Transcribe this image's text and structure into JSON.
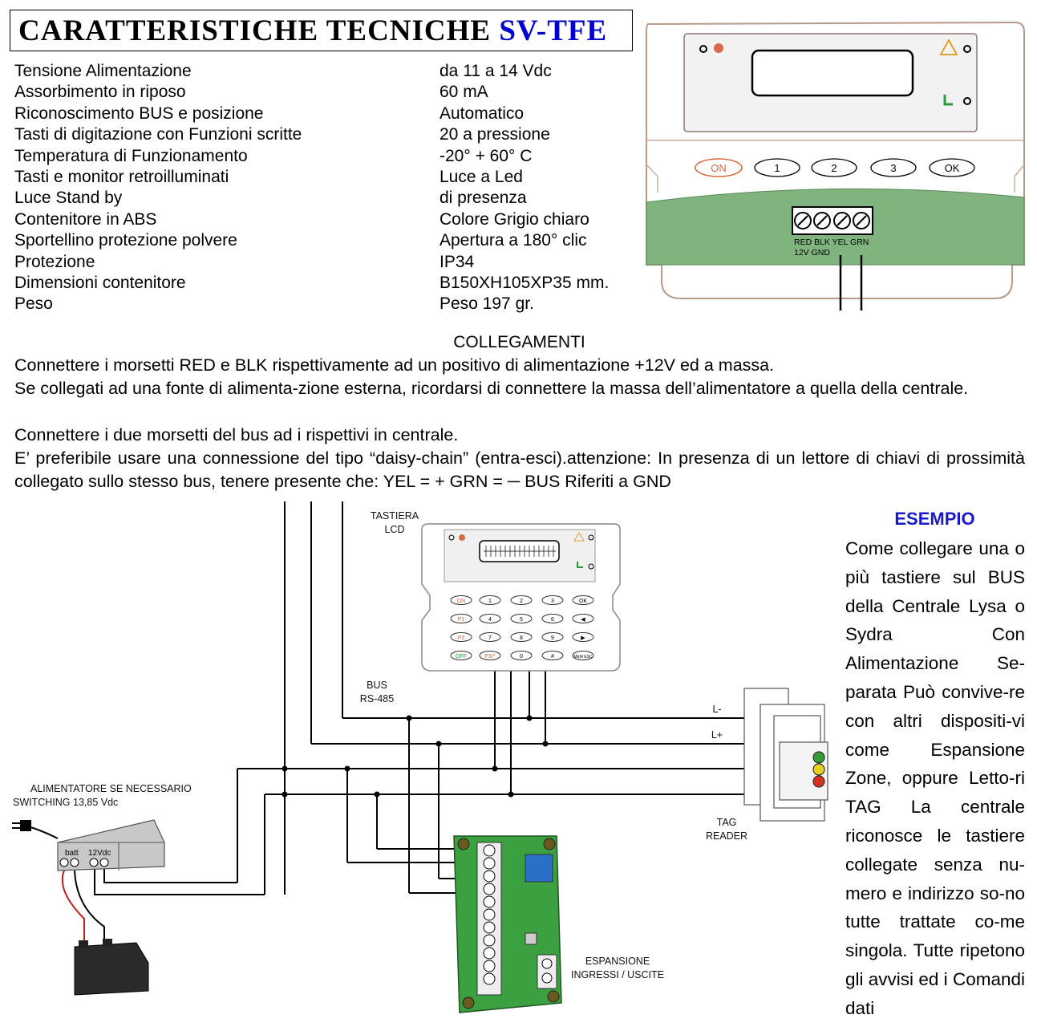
{
  "title": {
    "main": "CARATTERISTICHE TECNICHE ",
    "model": "SV-TFE"
  },
  "specs": [
    {
      "label": "Tensione Alimentazione",
      "value": "da 11 a 14 Vdc"
    },
    {
      "label": "Assorbimento in riposo",
      "value": "60 mA"
    },
    {
      "label": "Riconoscimento BUS e posizione",
      "value": "Automatico"
    },
    {
      "label": "Tasti di digitazione con Funzioni scritte",
      "value": "20 a pressione"
    },
    {
      "label": "Temperatura di Funzionamento",
      "value": "-20° + 60° C"
    },
    {
      "label": "Tasti e monitor retroilluminati",
      "value": "Luce a Led"
    },
    {
      "label": "Luce Stand by",
      "value": "di presenza"
    },
    {
      "label": "Contenitore in ABS",
      "value": "Colore Grigio chiaro"
    },
    {
      "label": "Sportellino protezione polvere",
      "value": "Apertura a 180° clic"
    },
    {
      "label": "Protezione",
      "value": "IP34"
    },
    {
      "label": "Dimensioni contenitore",
      "value": "B150XH105XP35 mm."
    },
    {
      "label": "Peso",
      "value": "Peso 197 gr."
    }
  ],
  "connections": {
    "heading": "COLLEGAMENTI",
    "p1": "Connettere i morsetti RED e BLK rispettivamente ad un positivo di alimentazione +12V ed a massa.",
    "p2": "Se collegati ad una fonte di alimenta-zione esterna, ricordarsi di connettere la massa dell’alimentatore a quella della centrale.",
    "p3": "Connettere i due morsetti del bus ad i rispettivi in centrale.",
    "p4": "E’ preferibile usare una connessione del tipo “daisy-chain” (entra-esci).attenzione: In presenza di un lettore di chiavi di prossimità collegato sullo stesso bus, tenere presente che: YEL = + GRN = ─ BUS Riferiti a GND"
  },
  "keypad_top": {
    "keys": [
      "ON",
      "1",
      "2",
      "3",
      "OK"
    ],
    "terminal_labels_top": "RED BLK  YEL  GRN",
    "terminal_labels_bottom": "12V  GND"
  },
  "diagram": {
    "keypad_label": [
      "TASTIERA",
      "LCD"
    ],
    "bus_label": [
      "BUS",
      "RS-485"
    ],
    "psu_label": [
      "ALIMENTATORE SE NECESSARIO",
      "SWITCHING 13,85 Vdc"
    ],
    "psu_terminals": [
      "batt",
      "12Vdc"
    ],
    "tag_label": [
      "TAG",
      "READER"
    ],
    "line_labels": [
      "L-",
      "L+"
    ],
    "expansion_label": [
      "ESPANSIONE",
      "INGRESSI / USCITE"
    ],
    "keypad_keys": [
      [
        "ON",
        "1",
        "2",
        "3",
        "OK"
      ],
      [
        "P1",
        "4",
        "5",
        "6",
        "◀"
      ],
      [
        "P2",
        "7",
        "8",
        "9",
        "▶"
      ],
      [
        "OFF",
        "P3/*",
        "0",
        "#",
        "MEM ESC"
      ]
    ]
  },
  "example": {
    "title": "ESEMPIO",
    "body": "Come collegare una o più tastiere sul BUS della Centrale Lysa o Sydra Con Alimentazione Se-parata Può convive-re con altri dispositi-vi come Espansione Zone, oppure Letto-ri TAG La centrale riconosce le tastiere collegate senza nu-mero e indirizzo so-no tutte trattate co-me singola. Tutte ripetono gli avvisi ed i Comandi dati"
  },
  "colors": {
    "model_blue": "#0000cc",
    "example_blue": "#1a1ac8",
    "keypad_green": "#7fb47f",
    "pcb_green": "#3aa040",
    "key_orange": "#d2693c"
  }
}
